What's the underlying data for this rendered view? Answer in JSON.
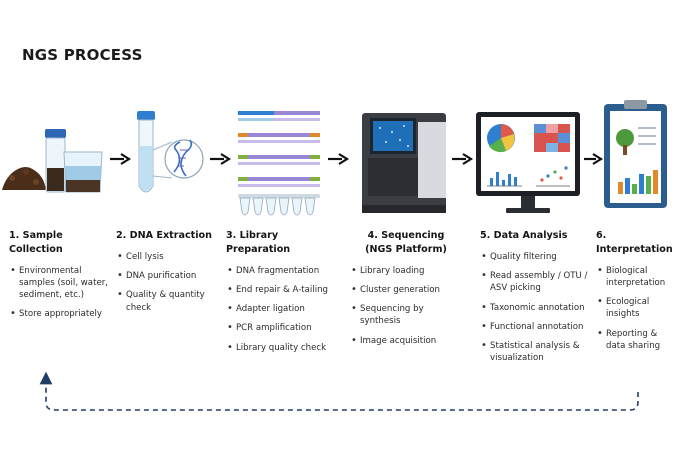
{
  "title": "NGS PROCESS",
  "colors": {
    "arrow": "#111111",
    "loop": "#1f3f66",
    "accent_blue": "#2f7fd0",
    "dna_purple": "#7a62b8"
  },
  "icons": [
    "soil-sample-icon",
    "test-tube-dna-icon",
    "library-dna-strands-icon",
    "sequencer-machine-icon",
    "data-analysis-monitor-icon",
    "clipboard-report-icon"
  ],
  "steps": [
    {
      "title": "1. Sample Collection",
      "items": [
        "Environmental samples (soil, water, sediment, etc.)",
        "Store appropriately"
      ]
    },
    {
      "title": "2. DNA Extraction",
      "items": [
        "Cell lysis",
        "DNA purification",
        "Quality & quantity check"
      ]
    },
    {
      "title": "3. Library Preparation",
      "items": [
        "DNA fragmentation",
        "End repair & A-tailing",
        "Adapter ligation",
        "PCR amplification",
        "Library quality check"
      ]
    },
    {
      "title_line1": "4. Sequencing",
      "title_line2": "(NGS Platform)",
      "items": [
        "Library loading",
        "Cluster generation",
        "Sequencing by synthesis",
        "Image acquisition"
      ]
    },
    {
      "title": "5. Data Analysis",
      "items": [
        "Quality filtering",
        "Read assembly / OTU / ASV picking",
        "Taxonomic annotation",
        "Functional annotation",
        "Statistical analysis & visualization"
      ]
    },
    {
      "title": "6. Interpretation",
      "items": [
        "Biological interpretation",
        "Ecological insights",
        "Reporting & data sharing"
      ]
    }
  ]
}
